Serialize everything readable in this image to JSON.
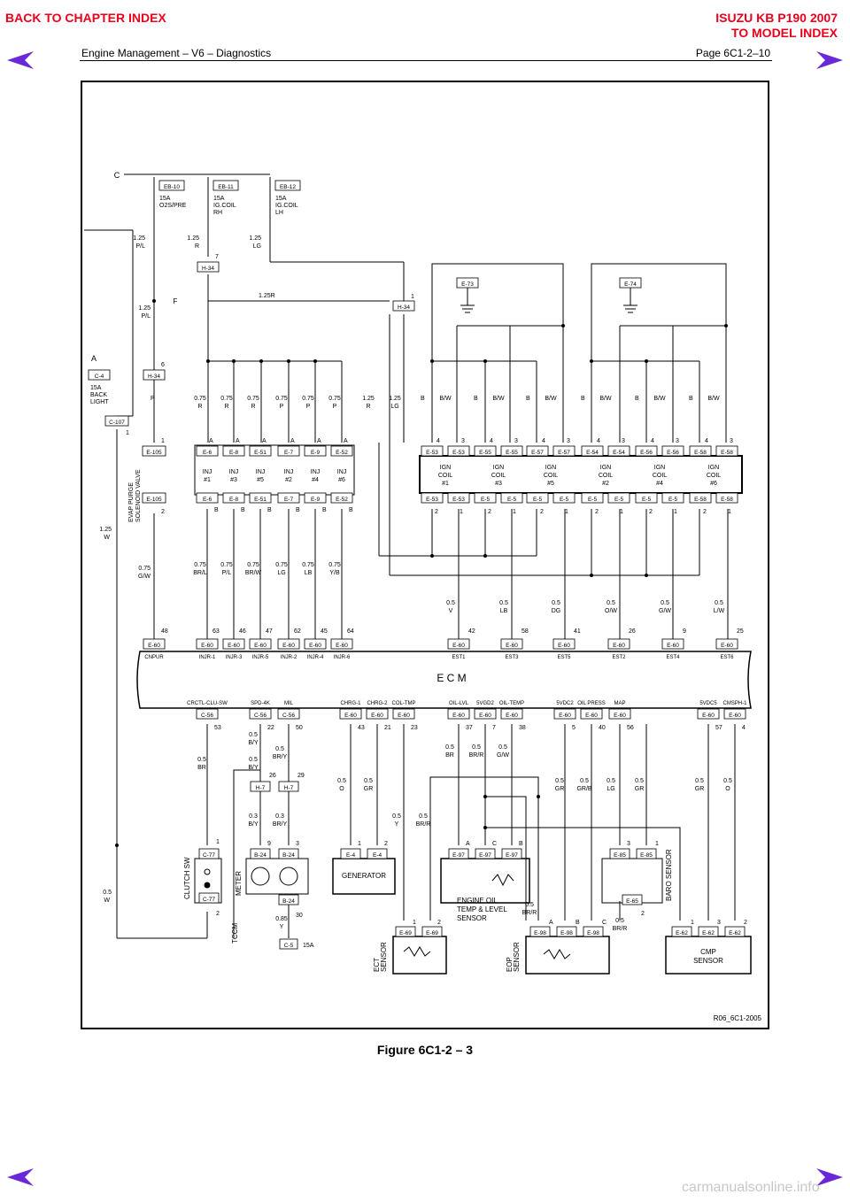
{
  "header": {
    "back_chapter": "BACK TO CHAPTER INDEX",
    "model_line1": "ISUZU KB P190 2007",
    "model_line2": "TO MODEL INDEX",
    "section": "Engine Management – V6 – Diagnostics",
    "page": "Page 6C1-2–10",
    "accent_color": "#e8001c"
  },
  "nav_icons": [
    "arrow-left-icon",
    "arrow-right-icon"
  ],
  "diagram": {
    "fuses": [
      {
        "id": "EB-10",
        "rating": "15A",
        "name": "O2S/PRE"
      },
      {
        "id": "EB-11",
        "rating": "15A",
        "name": "IG.COIL",
        "side": "RH"
      },
      {
        "id": "EB-12",
        "rating": "15A",
        "name": "IG.COIL",
        "side": "LH"
      }
    ],
    "top_wires": [
      {
        "size": "1.25",
        "color": "P/L"
      },
      {
        "size": "1.25",
        "color": "R"
      },
      {
        "size": "1.25",
        "color": "LG"
      }
    ],
    "left_labels": {
      "c_marker": "C",
      "a_marker": "A",
      "f_marker": "F",
      "c4": "C-4",
      "c4_rating": "15A",
      "c4_name1": "BACK",
      "c4_name2": "LIGHT",
      "c107": "C-107",
      "c107_pin": "1",
      "mid_wire_size": "1.25",
      "mid_wire_color": "P/L",
      "h34_left": "H-34",
      "h34_left_pin": "6",
      "p_label": "P",
      "w_size": "1.25",
      "w_color": "W",
      "w2_size": "0.5",
      "w2_color": "W"
    },
    "h34_top": {
      "label": "H-34",
      "pin": "7"
    },
    "h34_mid": {
      "label": "H-34",
      "pin": "1"
    },
    "wire_125r": "1.25R",
    "grounds": [
      "E-73",
      "E-74"
    ],
    "evap": {
      "title1": "EVAP PURGE",
      "title2": "SOLENOID VALVE",
      "conn": "E-105",
      "pin_top": "1",
      "pin_bot": "2",
      "wire_size": "0.75",
      "wire_color": "G/W",
      "ecm_pin": "48",
      "ecm_signal": "CNPUR"
    },
    "injectors": [
      {
        "conn": "E-6",
        "name": "INJ",
        "num": "#1",
        "feed_size": "0.75",
        "feed_color": "R",
        "out_size": "0.75",
        "out_color": "BR/L",
        "ecm_pin": "63",
        "signal": "INJR-1"
      },
      {
        "conn": "E-8",
        "name": "INJ",
        "num": "#3",
        "feed_size": "0.75",
        "feed_color": "R",
        "out_size": "0.75",
        "out_color": "P/L",
        "ecm_pin": "46",
        "signal": "INJR-3"
      },
      {
        "conn": "E-51",
        "name": "INJ",
        "num": "#5",
        "feed_size": "0.75",
        "feed_color": "R",
        "out_size": "0.75",
        "out_color": "BR/W",
        "ecm_pin": "47",
        "signal": "INJR-5"
      },
      {
        "conn": "E-7",
        "name": "INJ",
        "num": "#2",
        "feed_size": "0.75",
        "feed_color": "P",
        "out_size": "0.75",
        "out_color": "LG",
        "ecm_pin": "62",
        "signal": "INJR-2"
      },
      {
        "conn": "E-9",
        "name": "INJ",
        "num": "#4",
        "feed_size": "0.75",
        "feed_color": "P",
        "out_size": "0.75",
        "out_color": "LB",
        "ecm_pin": "45",
        "signal": "INJR-4"
      },
      {
        "conn": "E-52",
        "name": "INJ",
        "num": "#6",
        "feed_size": "0.75",
        "feed_color": "P",
        "out_size": "0.75",
        "out_color": "Y/B",
        "ecm_pin": "64",
        "signal": "INJR-6"
      }
    ],
    "inj_pin_a": "A",
    "inj_pin_b": "B",
    "feed_r": {
      "size": "1.25",
      "color": "R"
    },
    "feed_lg": {
      "size": "1.25",
      "color": "LG"
    },
    "coils": [
      {
        "conn_l": "E-53",
        "conn_r": "E-53",
        "conn_bl": "E-53",
        "conn_br": "E-53",
        "name": "IGN",
        "name2": "COIL",
        "num": "#1",
        "w1": "B",
        "w2": "B/W",
        "p1": "4",
        "p2": "3",
        "pb1": "2",
        "pb2": "1",
        "out_size": "0.5",
        "out_color": "V",
        "ecm_pin": "42",
        "signal": "EST1"
      },
      {
        "conn_l": "E-55",
        "conn_r": "E-55",
        "conn_bl": "E-5",
        "conn_br": "E-5",
        "name": "IGN",
        "name2": "COIL",
        "num": "#3",
        "w1": "B",
        "w2": "B/W",
        "p1": "4",
        "p2": "3",
        "pb1": "2",
        "pb2": "1",
        "out_size": "0.5",
        "out_color": "LB",
        "ecm_pin": "58",
        "signal": "EST3"
      },
      {
        "conn_l": "E-57",
        "conn_r": "E-57",
        "conn_bl": "E-5",
        "conn_br": "E-5",
        "name": "IGN",
        "name2": "COIL",
        "num": "#5",
        "w1": "B",
        "w2": "B/W",
        "p1": "4",
        "p2": "3",
        "pb1": "2",
        "pb2": "1",
        "out_size": "0.5",
        "out_color": "DG",
        "ecm_pin": "41",
        "signal": "EST5"
      },
      {
        "conn_l": "E-54",
        "conn_r": "E-54",
        "conn_bl": "E-5",
        "conn_br": "E-5",
        "name": "IGN",
        "name2": "COIL",
        "num": "#2",
        "w1": "B",
        "w2": "B/W",
        "p1": "4",
        "p2": "3",
        "pb1": "2",
        "pb2": "1",
        "out_size": "0.5",
        "out_color": "O/W",
        "ecm_pin": "26",
        "signal": "EST2"
      },
      {
        "conn_l": "E-56",
        "conn_r": "E-56",
        "conn_bl": "E-5",
        "conn_br": "E-5",
        "name": "IGN",
        "name2": "COIL",
        "num": "#4",
        "w1": "B",
        "w2": "B/W",
        "p1": "4",
        "p2": "3",
        "pb1": "2",
        "pb2": "1",
        "out_size": "0.5",
        "out_color": "G/W",
        "ecm_pin": "9",
        "signal": "EST4"
      },
      {
        "conn_l": "E-58",
        "conn_r": "E-58",
        "conn_bl": "E-58",
        "conn_br": "E-58",
        "name": "IGN",
        "name2": "COIL",
        "num": "#6",
        "w1": "B",
        "w2": "B/W",
        "p1": "4",
        "p2": "3",
        "pb1": "2",
        "pb2": "1",
        "out_size": "0.5",
        "out_color": "L/W",
        "ecm_pin": "25",
        "signal": "EST6"
      }
    ],
    "ecm": {
      "title": "E C M",
      "conn": "E-60"
    },
    "bottom_connectors": [
      {
        "conn": "C-56",
        "signal": "CRCTL-CLU-SW",
        "pin": "53"
      },
      {
        "conn": "C-56",
        "signal": "SPD-4K",
        "pin": "22"
      },
      {
        "conn": "C-56",
        "signal": "MIL",
        "pin": "50"
      },
      {
        "conn": "E-60",
        "signal": "CHRG-1",
        "pin": "43"
      },
      {
        "conn": "E-60",
        "signal": "CHRG-2",
        "pin": "21"
      },
      {
        "conn": "E-60",
        "signal": "COL-TMP",
        "pin": "23"
      },
      {
        "conn": "E-60",
        "signal": "OIL-LVL",
        "pin": "37"
      },
      {
        "conn": "E-60",
        "signal": "5VGD2",
        "pin": "7"
      },
      {
        "conn": "E-60",
        "signal": "OIL-TEMP",
        "pin": "38"
      },
      {
        "conn": "E-60",
        "signal": "5VDC2",
        "pin": "5"
      },
      {
        "conn": "E-60",
        "signal": "OIL PRESS",
        "pin": "40"
      },
      {
        "conn": "E-60",
        "signal": "MAP",
        "pin": "56"
      },
      {
        "conn": "E-60",
        "signal": "5VDC5",
        "pin": "57"
      },
      {
        "conn": "E-60",
        "signal": "CMSPH-1",
        "pin": "4"
      }
    ],
    "bottom_wires": [
      {
        "size": "0.5",
        "color": "BR"
      },
      {
        "size": "0.5",
        "color": "B/Y"
      },
      {
        "size": "0.5",
        "color": "BR/Y"
      },
      {
        "size": "0.5",
        "color": "B/Y"
      },
      {
        "size": "0.3",
        "color": "B/Y"
      },
      {
        "size": "0.3",
        "color": "BR/Y"
      },
      {
        "size": "0.5",
        "color": "O"
      },
      {
        "size": "0.5",
        "color": "GR"
      },
      {
        "size": "0.5",
        "color": "Y"
      },
      {
        "size": "0.5",
        "color": "BR/R"
      },
      {
        "size": "0.5",
        "color": "BR"
      },
      {
        "size": "0.5",
        "color": "BR/R"
      },
      {
        "size": "0.5",
        "color": "G/W"
      },
      {
        "size": "0.5",
        "color": "GR"
      },
      {
        "size": "0.5",
        "color": "GR/B"
      },
      {
        "size": "0.5",
        "color": "LG"
      },
      {
        "size": "0.5",
        "color": "GR"
      },
      {
        "size": "0.5",
        "color": "GR"
      },
      {
        "size": "0.5",
        "color": "O"
      },
      {
        "size": "0.5",
        "color": "BR/R"
      },
      {
        "size": "0.5",
        "color": "BR/R"
      },
      {
        "size": "0.85",
        "color": "Y"
      }
    ],
    "h7": {
      "label": "H-7",
      "pin_a": "26",
      "pin_b": "29"
    },
    "clutch": {
      "name": "CLUTCH SW",
      "conn": "C-77",
      "pin_top": "1",
      "pin_bot": "2"
    },
    "tccm": "TCCM",
    "meter": {
      "name": "METER",
      "conn": "B-24",
      "pin_a": "9",
      "pin_b": "3",
      "pin_c": "30",
      "c5": "C-5",
      "c5_rating": "15A"
    },
    "generator": {
      "name": "GENERATOR",
      "conn": "E-4",
      "pin_a": "1",
      "pin_b": "2"
    },
    "oil_sensor": {
      "name1": "ENGINE OIL",
      "name2": "TEMP & LEVEL",
      "name3": "SENSOR",
      "conn": "E-97",
      "pin_a": "A",
      "pin_b": "C",
      "pin_c": "B"
    },
    "baro": {
      "name": "BARO SENSOR",
      "conn": "E-85",
      "conn2": "E-65",
      "pin_a": "3",
      "pin_b": "1",
      "pin_c": "2"
    },
    "ect": {
      "name1": "ECT",
      "name2": "SENSOR",
      "conn": "E-69",
      "pin_a": "1",
      "pin_b": "2"
    },
    "eop": {
      "name1": "EOP",
      "name2": "SENSOR",
      "conn": "E-98",
      "pin_a": "A",
      "pin_b": "B",
      "pin_c": "C"
    },
    "cmp": {
      "name1": "CMP",
      "name2": "SENSOR",
      "conn": "E-62",
      "pin_a": "1",
      "pin_b": "3",
      "pin_c": "2"
    },
    "ref": "R06_6C1-2005"
  },
  "caption": "Figure 6C1-2 – 3",
  "footer_site": "carmanualsonline.info"
}
